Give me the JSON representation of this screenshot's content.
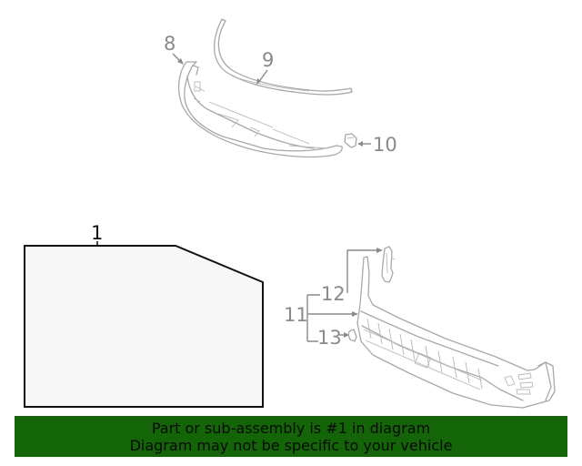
{
  "diagram": {
    "main_part": {
      "callout": "1",
      "fill": "#f7f7f7",
      "stroke": "#111111"
    },
    "callouts": [
      {
        "id": "8",
        "label": "8",
        "part": "upper-air-deflector-bracket"
      },
      {
        "id": "9",
        "label": "9",
        "part": "trim-strip"
      },
      {
        "id": "10",
        "label": "10",
        "part": "clip"
      },
      {
        "id": "11",
        "label": "11",
        "part": "lower-valance-assembly"
      },
      {
        "id": "12",
        "label": "12",
        "part": "side-bracket"
      },
      {
        "id": "13",
        "label": "13",
        "part": "retainer-clip"
      }
    ]
  },
  "banner": {
    "line1": "Part or sub-assembly is #1 in diagram",
    "line2": "Diagram may not be specific to your vehicle",
    "background": "#146408",
    "text_color": "#0a0a0a"
  }
}
